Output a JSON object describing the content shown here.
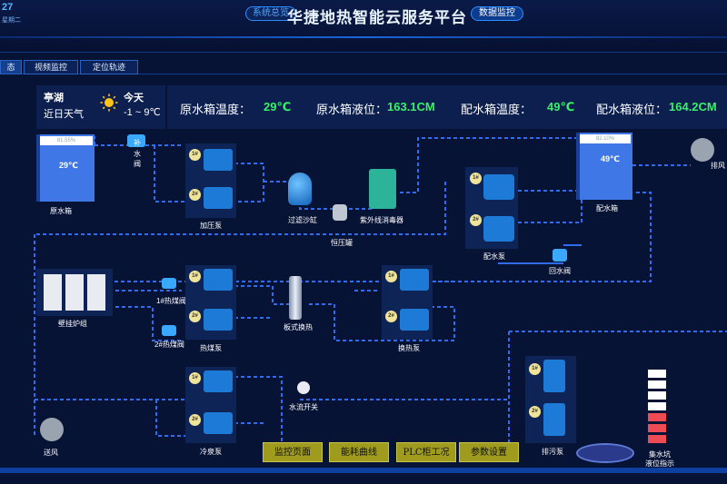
{
  "header": {
    "date_big": "27",
    "date_small": "  星期二",
    "title": "华捷地热智能云服务平台",
    "left_tab": "系统总览",
    "right_tab": "数据监控"
  },
  "tabs": [
    {
      "label": "态",
      "active": true
    },
    {
      "label": "视频监控",
      "active": false
    },
    {
      "label": "定位轨迹",
      "active": false
    }
  ],
  "weather": {
    "location": "亭湖",
    "subtitle": "近日天气",
    "today_label": "今天",
    "temperature": "-1 ~ 9℃",
    "icon": "sun-icon"
  },
  "info": {
    "raw_temp_label": "原水箱温度：",
    "raw_temp_value": "29℃",
    "raw_level_label": "原水箱液位：",
    "raw_level_value": "163.1CM",
    "mix_temp_label": "配水箱温度：",
    "mix_temp_value": "49℃",
    "mix_level_label": "配水箱液位：",
    "mix_level_value": "164.2CM",
    "value_color": "#38f06a"
  },
  "tanks": {
    "raw": {
      "percent": "81.55%",
      "temp": "29℃",
      "label": "原水箱"
    },
    "mix": {
      "percent": "82.10%",
      "temp": "49℃",
      "label": "配水箱"
    }
  },
  "equipment": {
    "fill_valve_1": "补",
    "fill_valve_2": "水",
    "fill_valve_3": "阀",
    "booster_pump": "加压泵",
    "sand_filter": "过滤沙缸",
    "uv_sterilizer": "紫外线消毒器",
    "pressure_tank": "恒压罐",
    "mix_pump": "配水泵",
    "return_valve": "回水阀",
    "exhaust": "排风",
    "wall_boiler": "壁挂炉组",
    "hot_valve_1": "1#热煤阀",
    "hot_valve_2": "2#热煤阀",
    "hot_pump": "热煤泵",
    "plate_exchanger": "板式换热",
    "exchange_pump": "换热泵",
    "flow_switch": "水流开关",
    "cold_pump": "冷泉泵",
    "supply_air": "送风",
    "sewage_pump": "排污泵",
    "sump_level": "集水坑",
    "sump_level_2": "液位指示",
    "pump_1": "1#",
    "pump_2": "2#"
  },
  "sump_indicator": {
    "levels": [
      "white",
      "white",
      "white",
      "white",
      "red",
      "red",
      "red"
    ],
    "colors": {
      "white": "#ffffff",
      "red": "#ee4b55"
    }
  },
  "buttons": {
    "monitor": "监控页面",
    "energy": "能耗曲线",
    "plc": "PLC柜工况",
    "params": "参数设置"
  }
}
